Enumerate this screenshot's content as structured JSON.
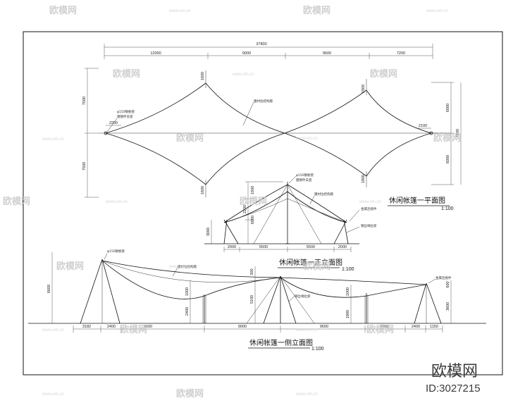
{
  "watermark": {
    "brand": "欧模网",
    "site": "www.om.cn"
  },
  "plan": {
    "overall_dim": "37800",
    "segment_dims": [
      "12000",
      "9000",
      "9600",
      "7200"
    ],
    "left_height_dims": [
      "7500",
      "7500"
    ],
    "right_height_dims": [
      "6000",
      "7000",
      "6000"
    ],
    "small_dims": [
      "2200",
      "2100",
      "1600",
      "1600",
      "1800",
      "1800"
    ],
    "note_left": "φ150钢桅管",
    "note_left2": "膜钢件支座",
    "note_center": "膜材拉结构膜",
    "title": "休闲帐篷一平面图",
    "scale": "1:100"
  },
  "front": {
    "note_top": "φ150钢桅管",
    "note_top2": "膜钢件支座",
    "note_right": "膜材拉结构膜",
    "note_right2": "金属连接件",
    "note_right3": "钢丝绳拉索",
    "height_dims": [
      "1500",
      "2200",
      "3000",
      "6000"
    ],
    "bottom_dims": [
      "2000",
      "5500",
      "5500",
      "2000"
    ],
    "title": "休闲帐篷一正立面图",
    "scale": "1:100"
  },
  "side": {
    "note_mast": "φ150钢桅管",
    "note_membrane": "膜材拉结构膜",
    "note_cable": "钢丝绳拉索",
    "note_right": "金属连接件",
    "height_dims": [
      "6600",
      "1000",
      "2400",
      "300",
      "5100",
      "1000",
      "1800",
      "600",
      "3600"
    ],
    "bottom_dims": [
      "3182",
      "2400",
      "9600",
      "9000",
      "9600",
      "4800",
      "2400",
      "1150"
    ],
    "title": "休闲帐篷一侧立面图",
    "scale": "1:100"
  },
  "brand_block": {
    "name": "欧模网",
    "id": "ID:3027215"
  }
}
